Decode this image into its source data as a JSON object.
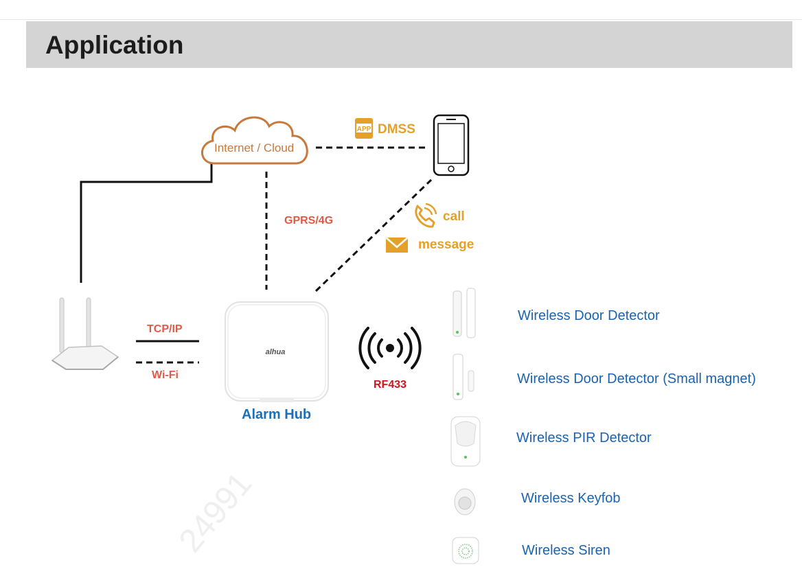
{
  "header": {
    "title": "Application"
  },
  "network": {
    "cloud_label": "Internet / Cloud",
    "app_label": "DMSS",
    "app_badge": "APP",
    "gprs_label": "GPRS/4G",
    "call_label": "call",
    "message_label": "message",
    "tcpip_label": "TCP/IP",
    "wifi_label": "Wi-Fi",
    "rf_label": "RF433",
    "hub_label": "Alarm Hub",
    "hub_brand": "alhua"
  },
  "devices": [
    {
      "label": "Wireless Door Detector",
      "icon": "door-detector-icon"
    },
    {
      "label": "Wireless Door Detector (Small magnet)",
      "icon": "door-detector-small-icon"
    },
    {
      "label": "Wireless PIR Detector",
      "icon": "pir-detector-icon"
    },
    {
      "label": "Wireless Keyfob",
      "icon": "keyfob-icon"
    },
    {
      "label": "Wireless Siren",
      "icon": "siren-icon"
    }
  ],
  "colors": {
    "accent_gold": "#e3a12b",
    "accent_red": "#e05a47",
    "label_blue": "#1e6fb4",
    "cloud_orange": "#c8783c"
  }
}
